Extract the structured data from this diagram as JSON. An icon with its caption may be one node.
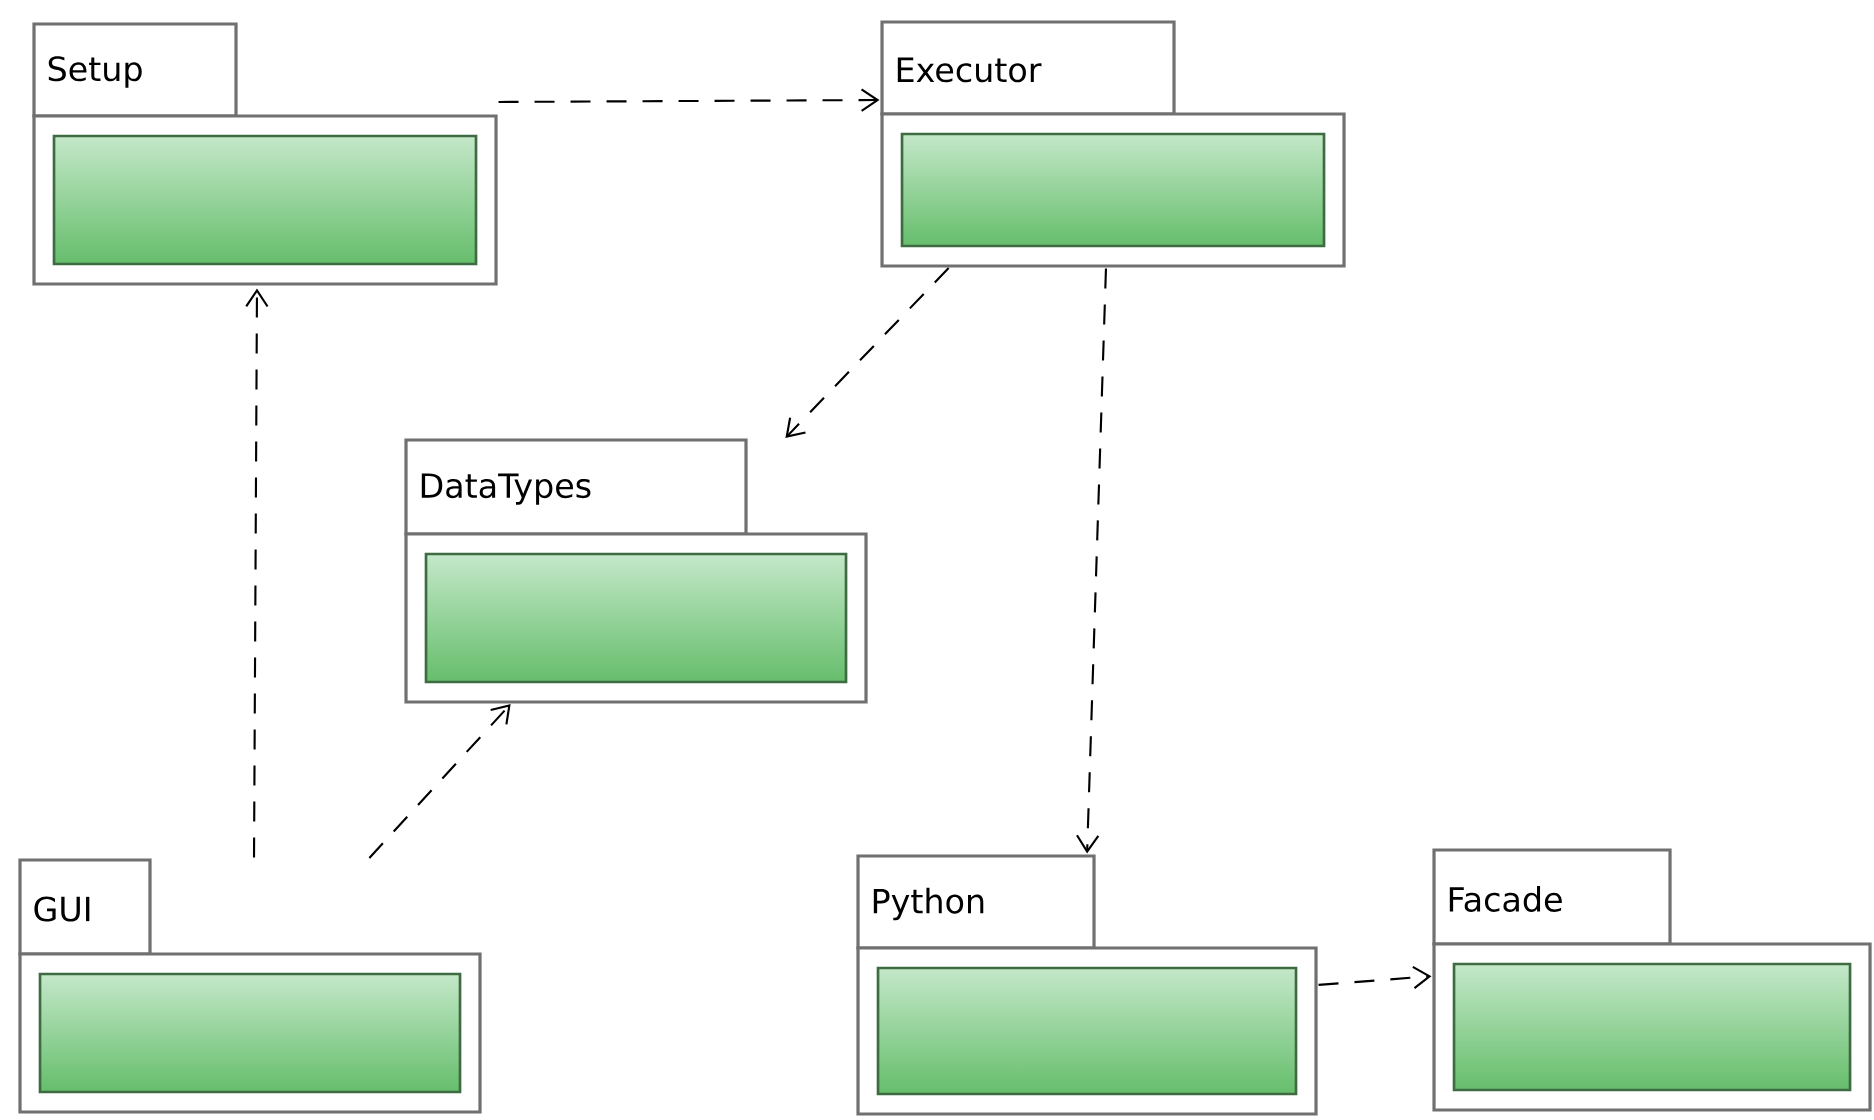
{
  "diagram": {
    "nodes": [
      {
        "text": [
          "Setup"
        ]
      },
      {
        "text": [
          "Executor"
        ]
      },
      {
        "text": [
          "DataTypes"
        ]
      },
      {
        "text": [
          "GUI"
        ]
      },
      {
        "text": [
          "Python"
        ]
      },
      {
        "text": [
          "Facade"
        ]
      }
    ],
    "edges": [
      {
        "from": 0,
        "to": 1,
        "arrow": "to",
        "style": "dashed"
      },
      {
        "from": 1,
        "to": 2,
        "arrow": "to",
        "style": "dashed"
      },
      {
        "from": 1,
        "to": 4,
        "arrow": "to",
        "style": "dashed"
      },
      {
        "from": 3,
        "to": 0,
        "arrow": "to",
        "style": "dashed"
      },
      {
        "from": 3,
        "to": 2,
        "arrow": "to",
        "style": "dashed"
      },
      {
        "from": 4,
        "to": 5,
        "arrow": "to",
        "style": "dashed"
      }
    ]
  }
}
